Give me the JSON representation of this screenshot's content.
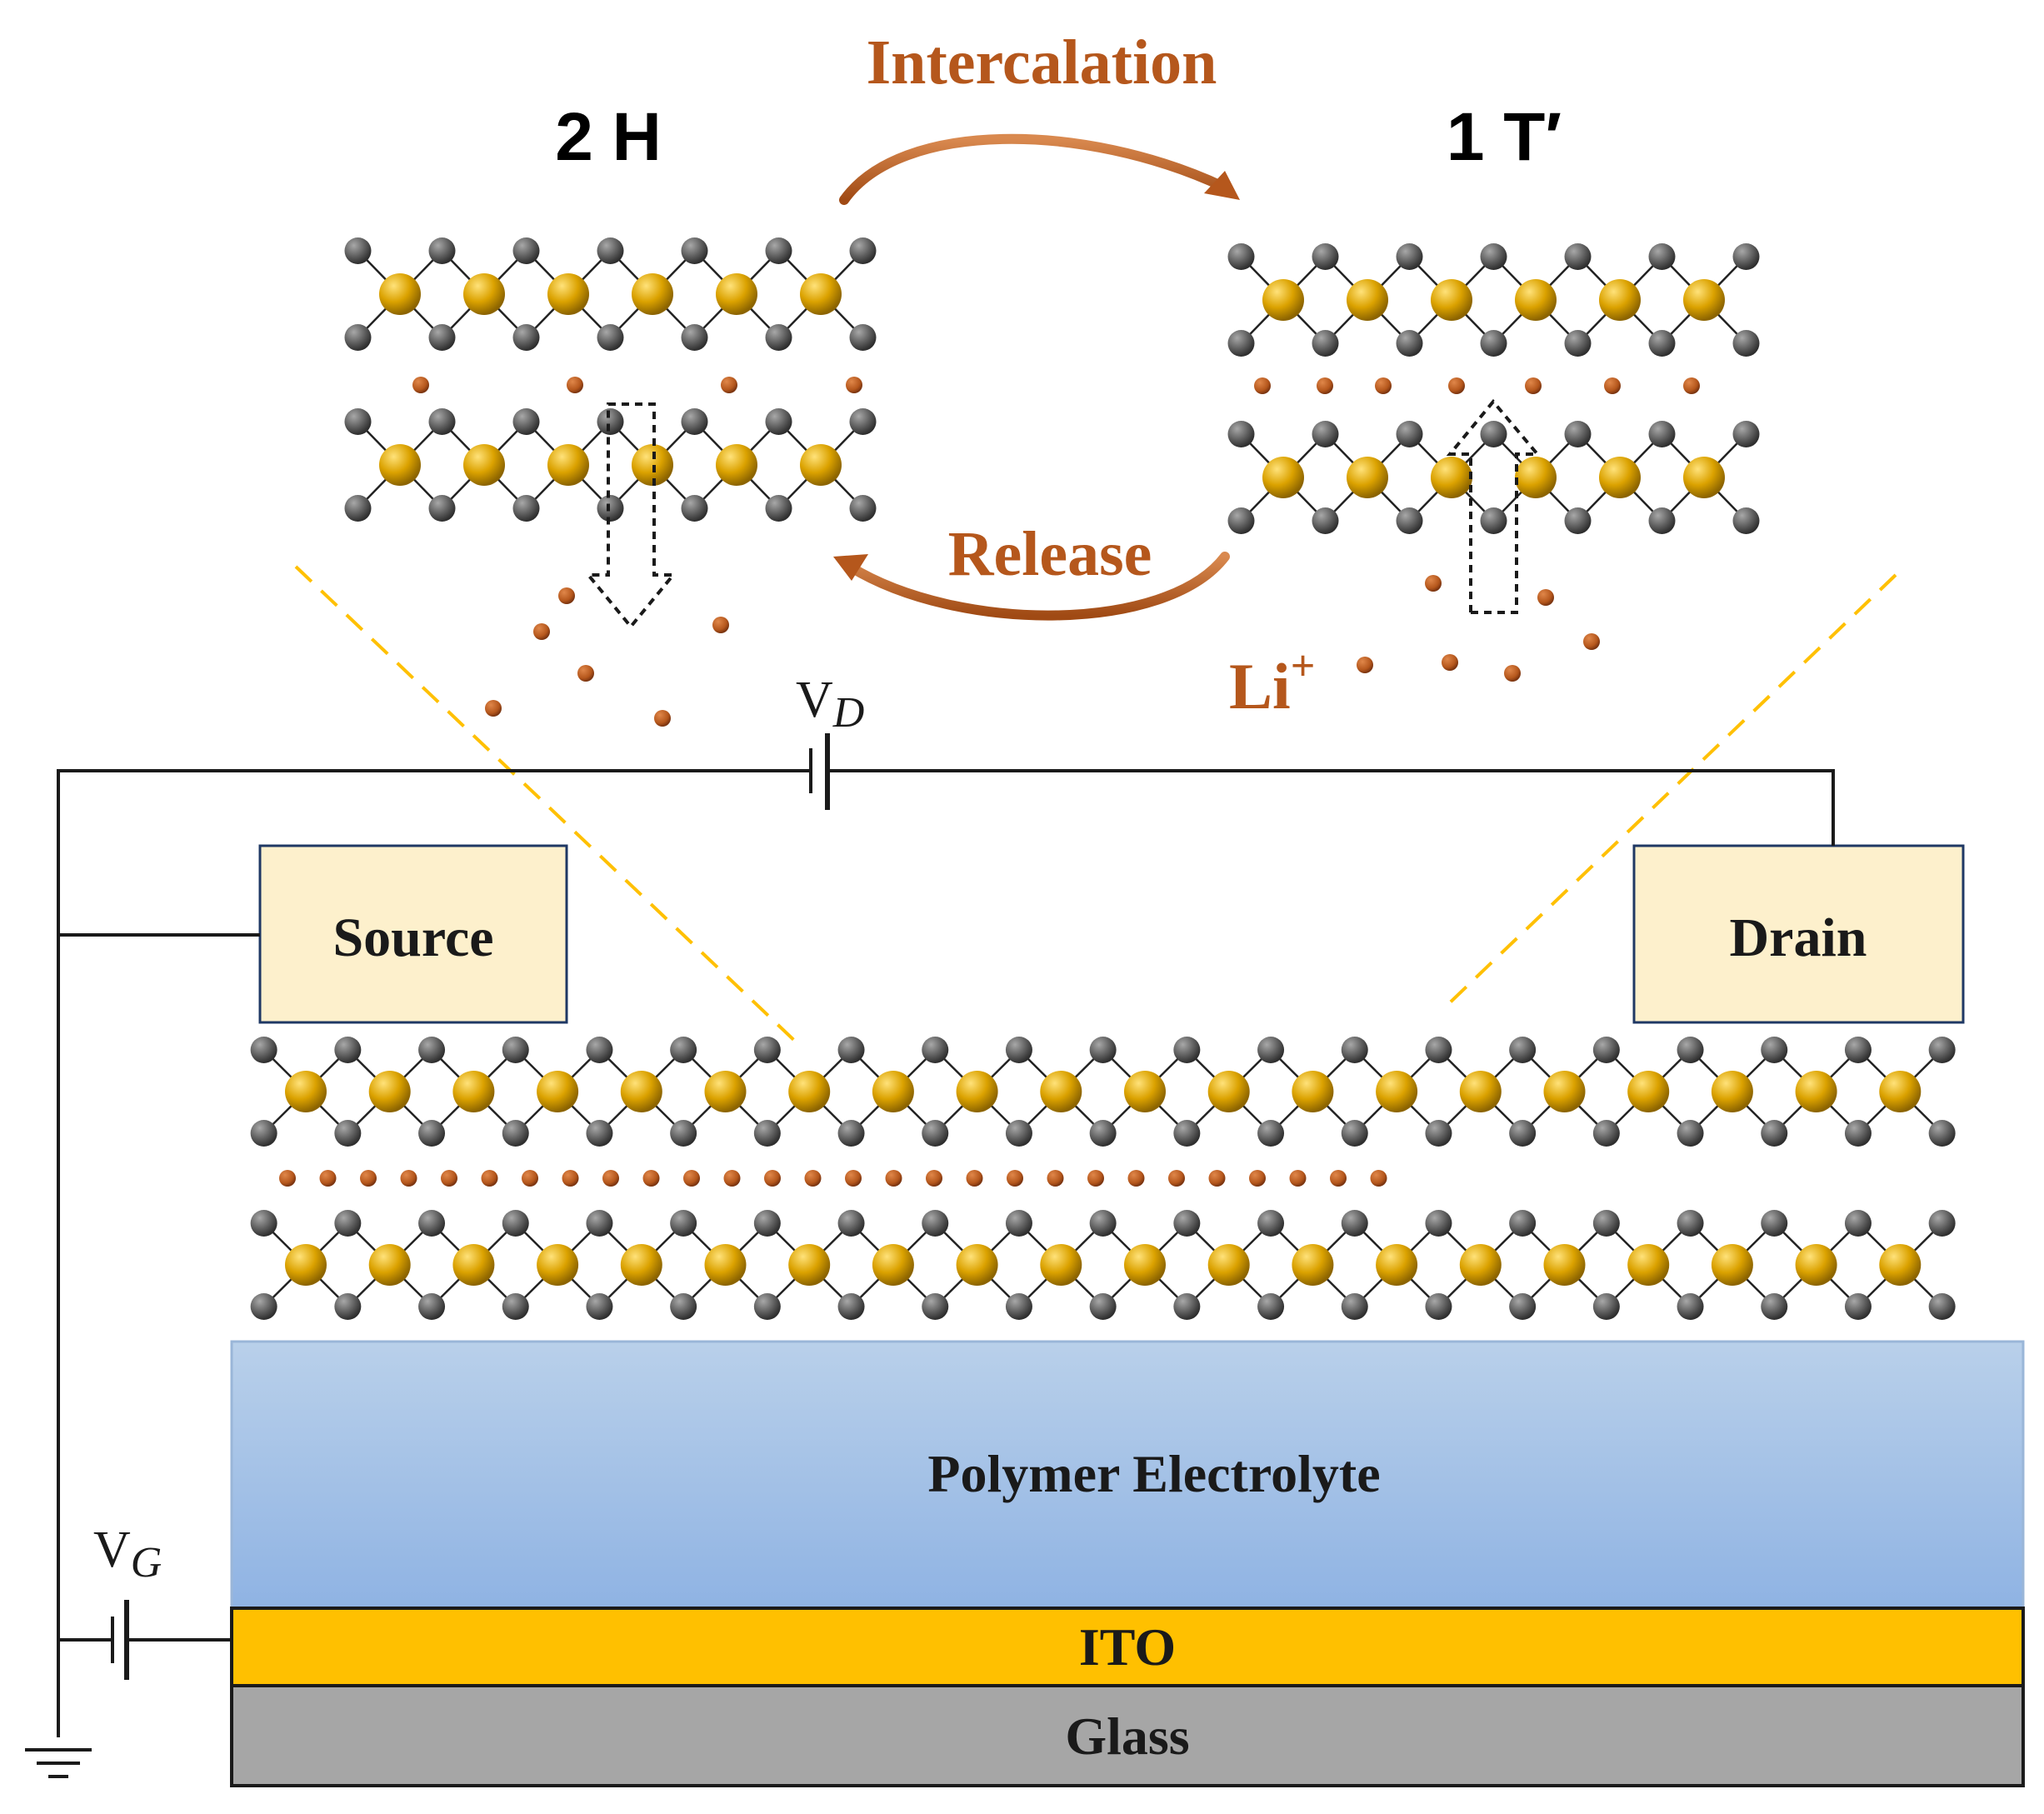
{
  "phases": {
    "left": "2 H",
    "right": "1 T′"
  },
  "process": {
    "forward": "Intercalation",
    "reverse": "Release"
  },
  "ion": {
    "symbol": "Li",
    "charge": "+"
  },
  "circuit": {
    "drain_voltage": {
      "base": "V",
      "sub": "D"
    },
    "gate_voltage": {
      "base": "V",
      "sub": "G"
    }
  },
  "electrodes": {
    "source": "Source",
    "drain": "Drain"
  },
  "layers": {
    "electrolyte": "Polymer Electrolyte",
    "ito": "ITO",
    "glass": "Glass"
  },
  "colors": {
    "transition_metal": "#d9a400",
    "chalcogen": "#5e5e5e",
    "lithium_ion": "#b5571c",
    "process_arrow": "#b5571c",
    "ito": "#ffc000",
    "glass": "#a6a6a6",
    "electrode_fill": "#fdf0cc",
    "zoom_guide": "#ffc000"
  }
}
